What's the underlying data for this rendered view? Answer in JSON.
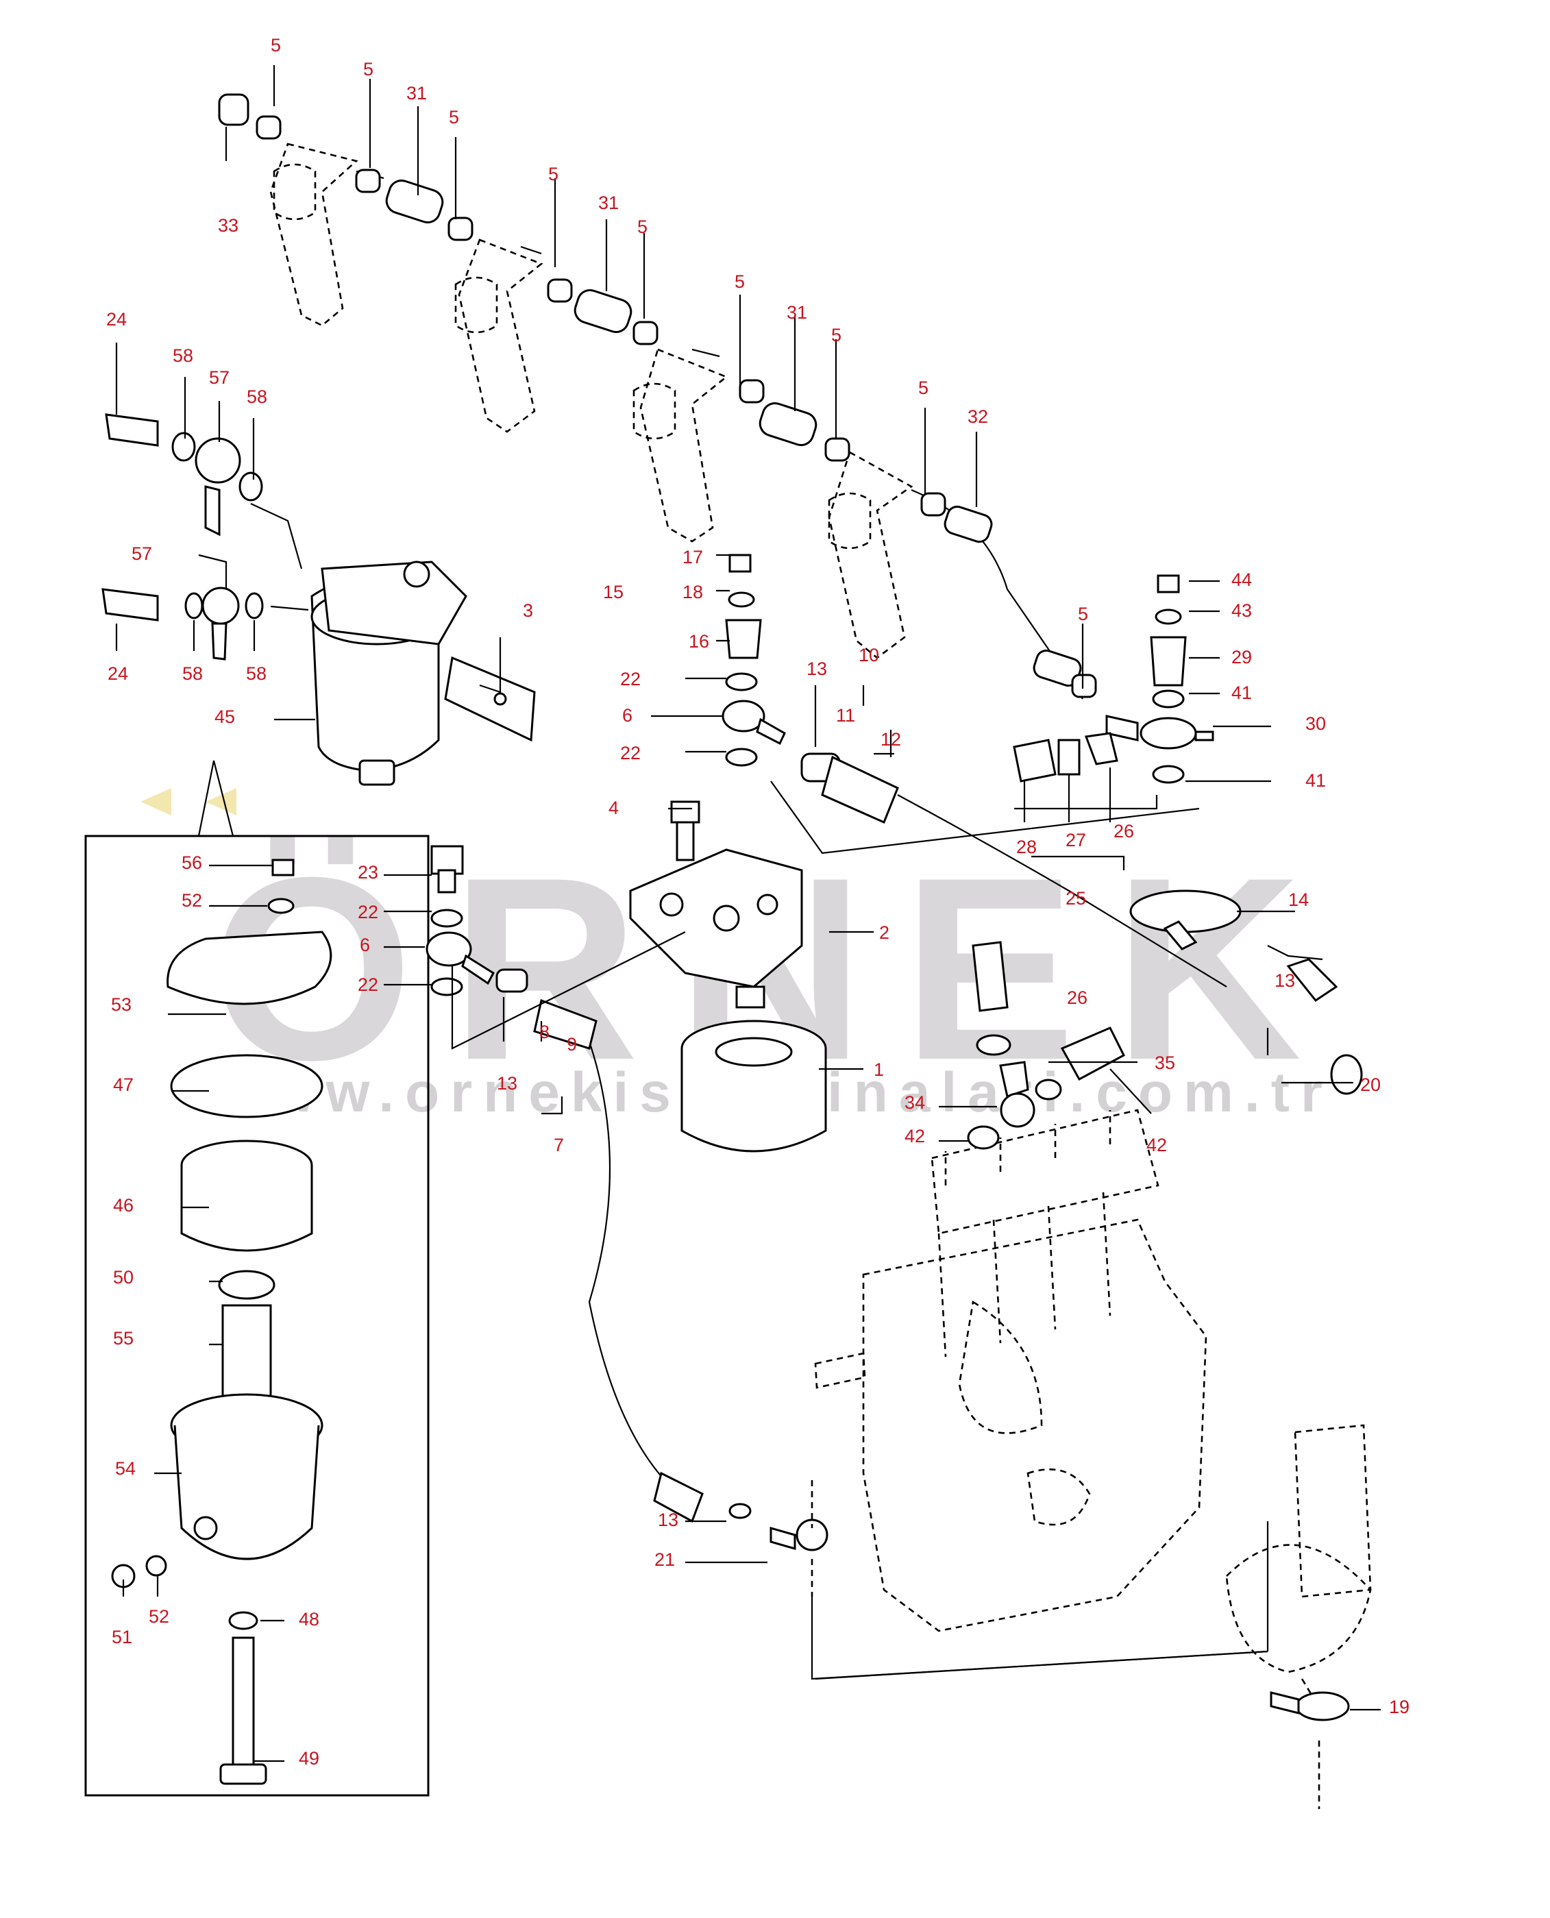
{
  "watermark": {
    "brand": "ÖRNEK",
    "url": "www.ornekismakinalari.com.tr"
  },
  "diagram": {
    "part_labels": [
      {
        "num": "5"
      },
      {
        "num": "5"
      },
      {
        "num": "31"
      },
      {
        "num": "5"
      },
      {
        "num": "33"
      },
      {
        "num": "5"
      },
      {
        "num": "31"
      },
      {
        "num": "5"
      },
      {
        "num": "5"
      },
      {
        "num": "31"
      },
      {
        "num": "5"
      },
      {
        "num": "5"
      },
      {
        "num": "32"
      },
      {
        "num": "24"
      },
      {
        "num": "58"
      },
      {
        "num": "57"
      },
      {
        "num": "58"
      },
      {
        "num": "57"
      },
      {
        "num": "24"
      },
      {
        "num": "58"
      },
      {
        "num": "58"
      },
      {
        "num": "3"
      },
      {
        "num": "45"
      },
      {
        "num": "17"
      },
      {
        "num": "15"
      },
      {
        "num": "18"
      },
      {
        "num": "16"
      },
      {
        "num": "22"
      },
      {
        "num": "6"
      },
      {
        "num": "22"
      },
      {
        "num": "13"
      },
      {
        "num": "10"
      },
      {
        "num": "11"
      },
      {
        "num": "12"
      },
      {
        "num": "4"
      },
      {
        "num": "44"
      },
      {
        "num": "43"
      },
      {
        "num": "5"
      },
      {
        "num": "29"
      },
      {
        "num": "41"
      },
      {
        "num": "30"
      },
      {
        "num": "41"
      },
      {
        "num": "28"
      },
      {
        "num": "27"
      },
      {
        "num": "26"
      },
      {
        "num": "25"
      },
      {
        "num": "14"
      },
      {
        "num": "56"
      },
      {
        "num": "52"
      },
      {
        "num": "23"
      },
      {
        "num": "22"
      },
      {
        "num": "6"
      },
      {
        "num": "22"
      },
      {
        "num": "2"
      },
      {
        "num": "53"
      },
      {
        "num": "13"
      },
      {
        "num": "26"
      },
      {
        "num": "13"
      },
      {
        "num": "8"
      },
      {
        "num": "9"
      },
      {
        "num": "1"
      },
      {
        "num": "35"
      },
      {
        "num": "47"
      },
      {
        "num": "34"
      },
      {
        "num": "20"
      },
      {
        "num": "42"
      },
      {
        "num": "42"
      },
      {
        "num": "7"
      },
      {
        "num": "46"
      },
      {
        "num": "50"
      },
      {
        "num": "55"
      },
      {
        "num": "54"
      },
      {
        "num": "13"
      },
      {
        "num": "21"
      },
      {
        "num": "48"
      },
      {
        "num": "51"
      },
      {
        "num": "52"
      },
      {
        "num": "49"
      },
      {
        "num": "19"
      }
    ]
  }
}
